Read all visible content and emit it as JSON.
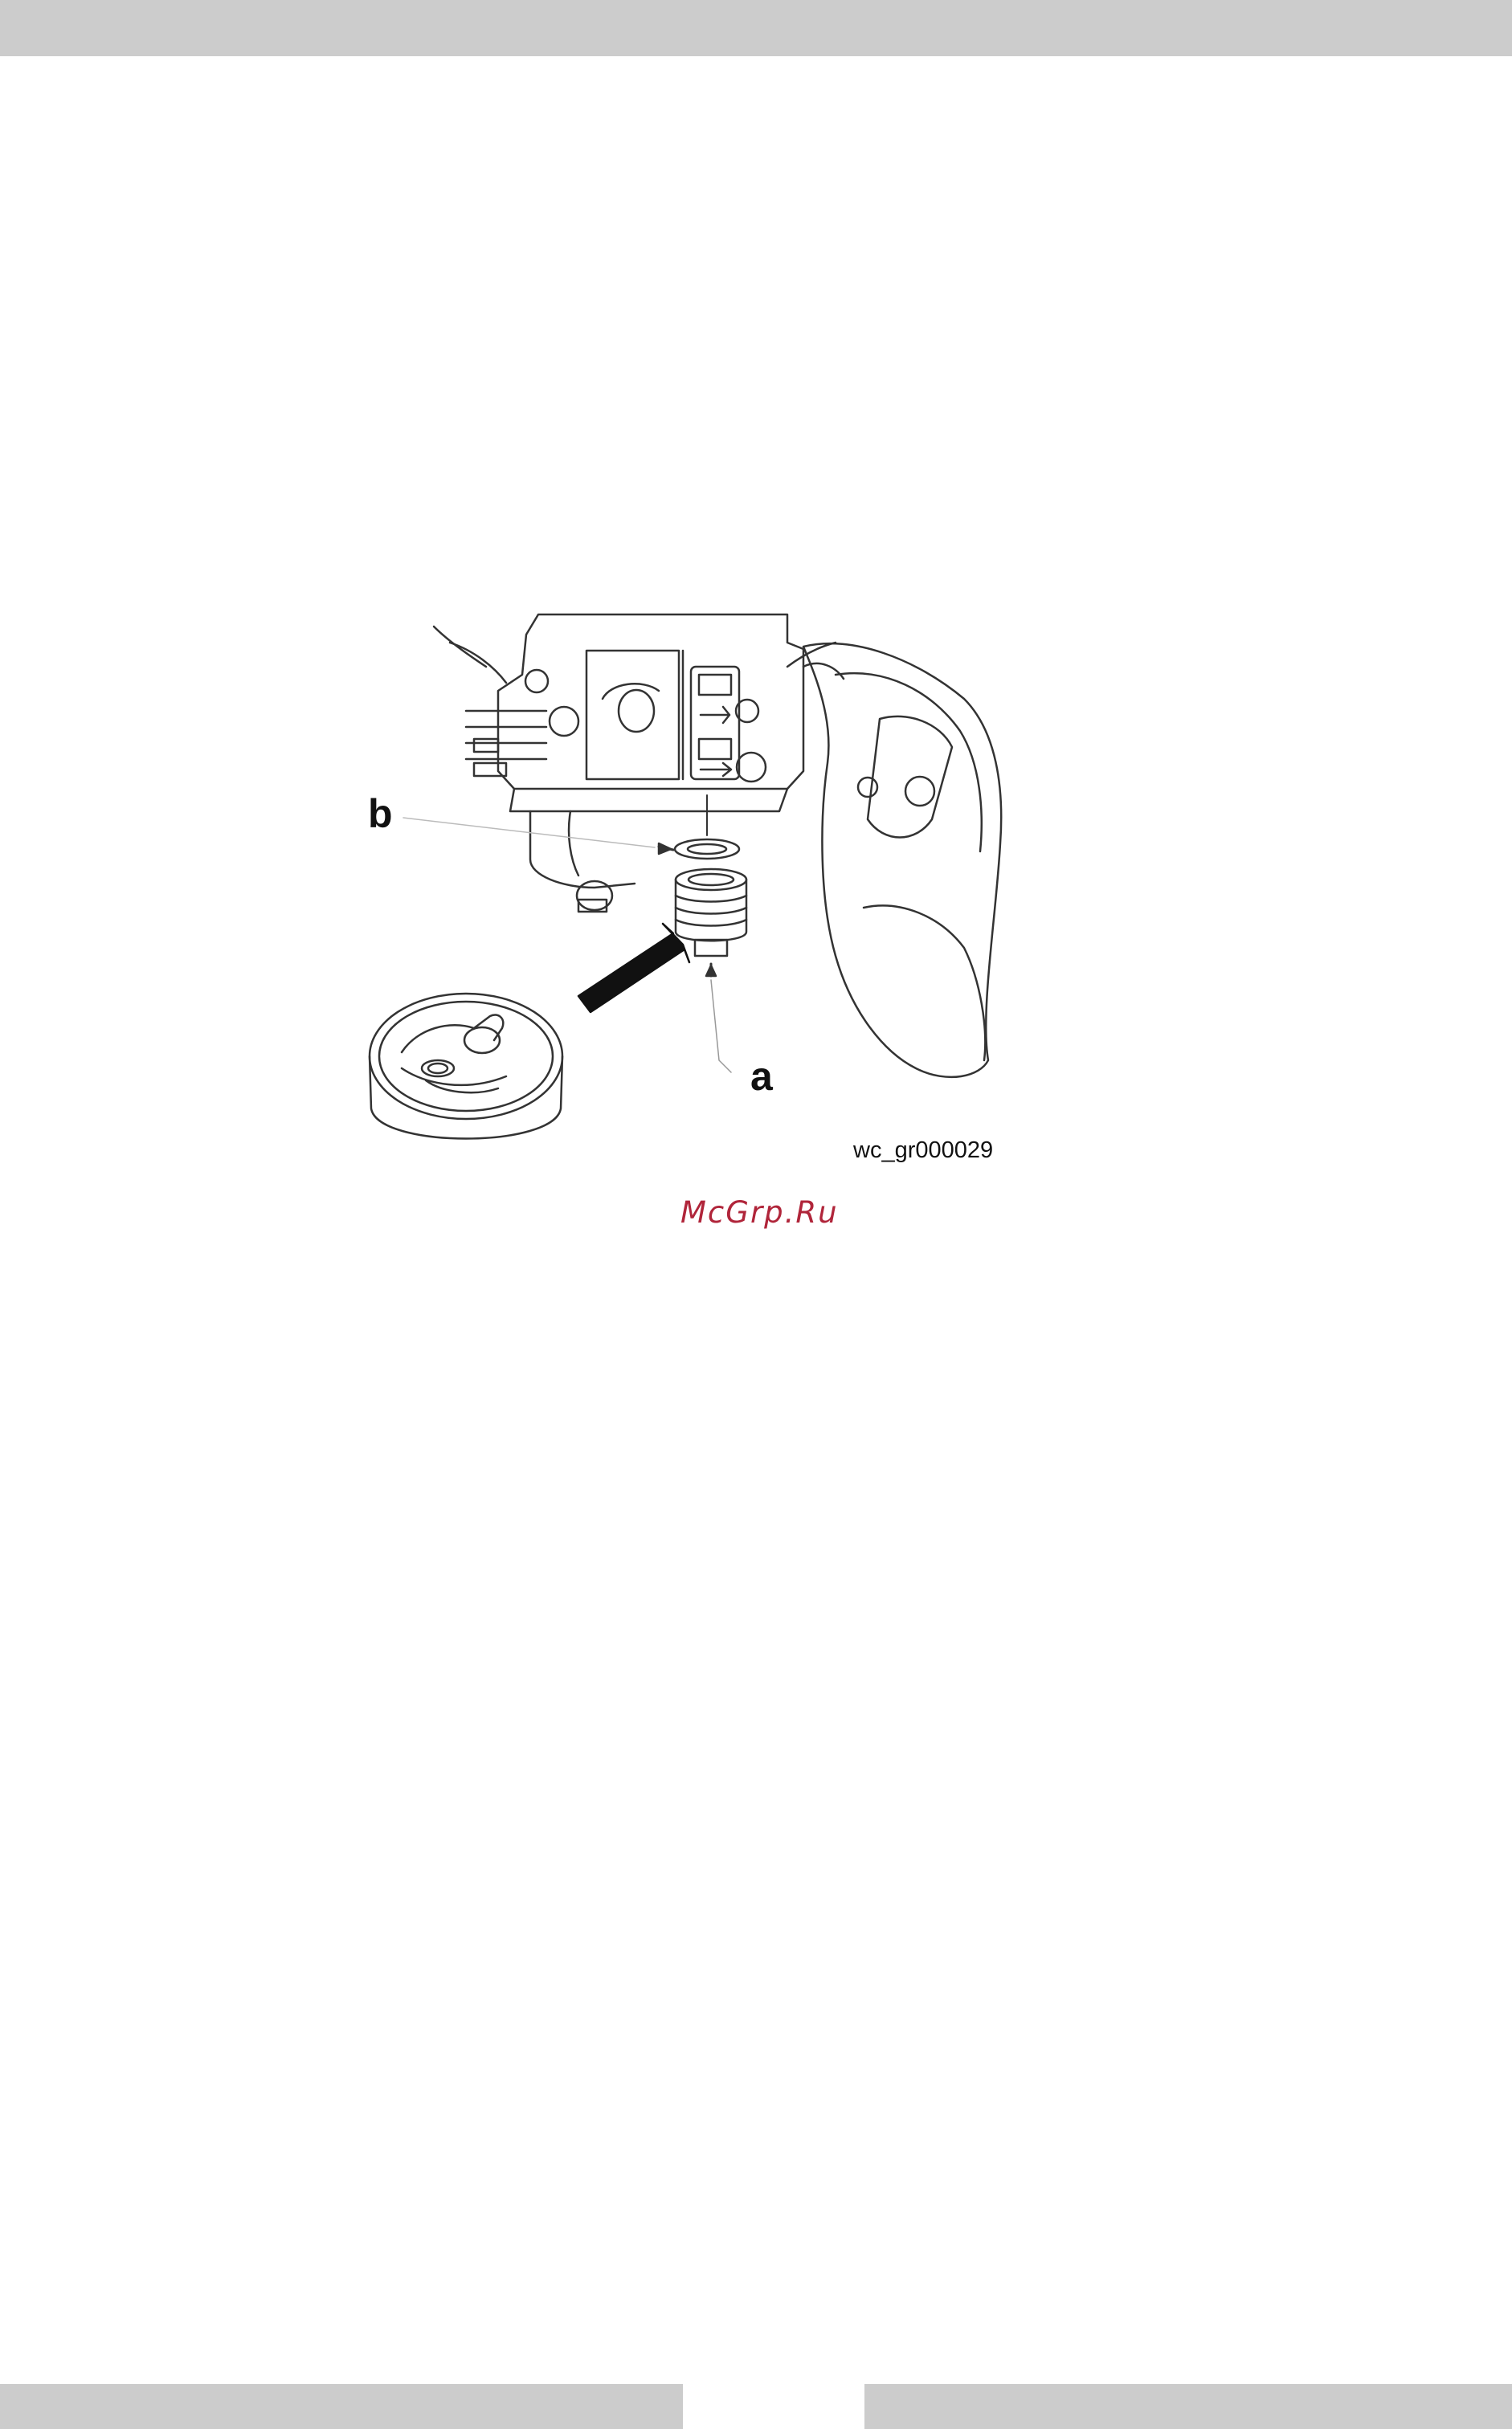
{
  "figure": {
    "callouts": {
      "b": "b",
      "a": "a"
    },
    "figure_id": "wc_gr000029"
  },
  "watermark": "McGrp.Ru",
  "colors": {
    "bars": "#cccccc",
    "watermark": "#b0253a",
    "line_art": "#333333"
  }
}
